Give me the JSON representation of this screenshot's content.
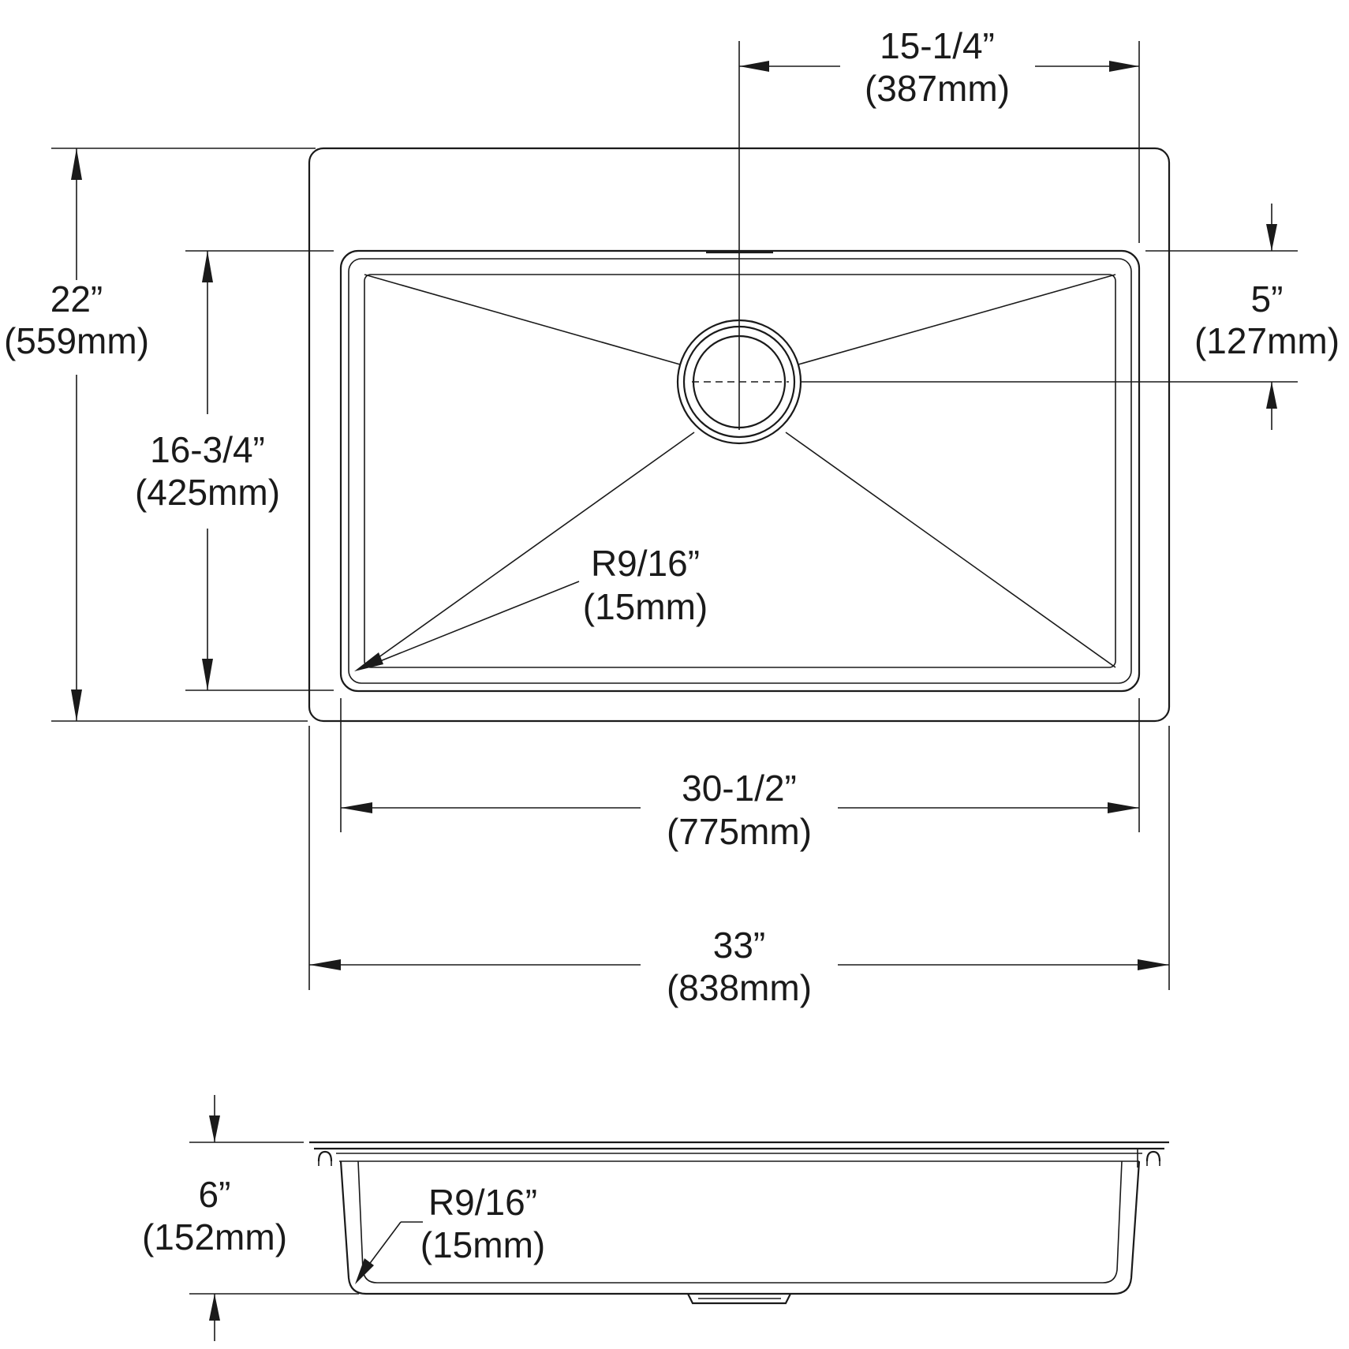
{
  "colors": {
    "ink": "#1a1a1a",
    "background": "#ffffff"
  },
  "dimensions": {
    "depth_to_drain": {
      "imperial": "15-1/4”",
      "metric": "(387mm)"
    },
    "overall_depth": {
      "imperial": "22”",
      "metric": "(559mm)"
    },
    "bowl_depth": {
      "imperial": "16-3/4”",
      "metric": "(425mm)"
    },
    "drain_offset": {
      "imperial": "5”",
      "metric": "(127mm)"
    },
    "corner_radius_top": {
      "imperial": "R9/16”",
      "metric": "(15mm)"
    },
    "bowl_width": {
      "imperial": "30-1/2”",
      "metric": "(775mm)"
    },
    "overall_width": {
      "imperial": "33”",
      "metric": "(838mm)"
    },
    "bowl_height": {
      "imperial": "6”",
      "metric": "(152mm)"
    },
    "corner_radius_side": {
      "imperial": "R9/16”",
      "metric": "(15mm)"
    }
  }
}
